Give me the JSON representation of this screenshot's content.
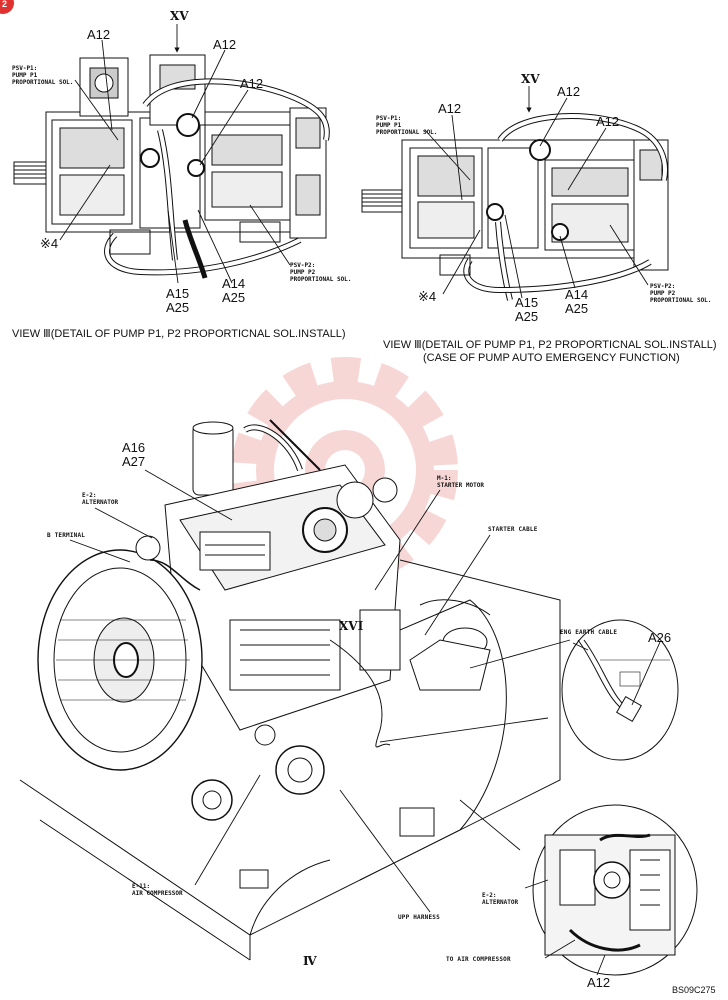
{
  "badge": "2",
  "top_left_view": {
    "view_marker": "XV",
    "labels": {
      "a12_top": "A12",
      "a12_right": "A12",
      "a12_center": "A12",
      "psv_p1_title": "PSV-P1:",
      "psv_p1_line1": "PUMP P1",
      "psv_p1_line2": "PROPORTIONAL SOL.",
      "x4": "※4",
      "a15": "A15",
      "a25_left": "A25",
      "a14": "A14",
      "a25_right": "A25",
      "psv_p2_title": "PSV-P2:",
      "psv_p2_line1": "PUMP P2",
      "psv_p2_line2": "PROPORTIONAL SOL."
    },
    "caption": "VIEW Ⅲ(DETAIL OF PUMP P1, P2 PROPORTICNAL SOL.INSTALL)"
  },
  "top_right_view": {
    "view_marker": "XV",
    "labels": {
      "a12_top": "A12",
      "a12_left": "A12",
      "a12_right": "A12",
      "psv_p1_title": "PSV-P1:",
      "psv_p1_line1": "PUMP P1",
      "psv_p1_line2": "PROPORTIONAL SOL.",
      "x4": "※4",
      "a15": "A15",
      "a25_left": "A25",
      "a14": "A14",
      "a25_right": "A25",
      "psv_p2_title": "PSV-P2:",
      "psv_p2_line1": "PUMP P2",
      "psv_p2_line2": "PROPORTIONAL SOL."
    },
    "caption_line1": "VIEW Ⅲ(DETAIL OF PUMP P1, P2 PROPORTICNAL SOL.INSTALL)",
    "caption_line2": "(CASE OF PUMP AUTO EMERGENCY FUNCTION)"
  },
  "engine_view": {
    "labels": {
      "a16": "A16",
      "a27": "A27",
      "e2_title": "E-2:",
      "e2_sub": "ALTERNATOR",
      "b_terminal": "B TERMINAL",
      "m1_title": "M-1:",
      "m1_sub": "STARTER MOTOR",
      "starter_cable": "STARTER CABLE",
      "eng_earth_cable": "ENG EARTH CABLE",
      "a26": "A26",
      "xvi": "XVI",
      "e11_title": "E-11:",
      "e11_sub": "AIR COMPRESSOR",
      "upp_harness": "UPP HARNESS",
      "view_iv": "Ⅳ",
      "e2b_title": "E-2:",
      "e2b_sub": "ALTERNATOR",
      "to_air_compressor": "TO AIR COMPRESSOR",
      "a12_bottom": "A12"
    }
  },
  "figure_code": "BS09C275",
  "colors": {
    "line": "#111111",
    "watermark": "#f2b7b5",
    "badge": "#e2322f"
  }
}
